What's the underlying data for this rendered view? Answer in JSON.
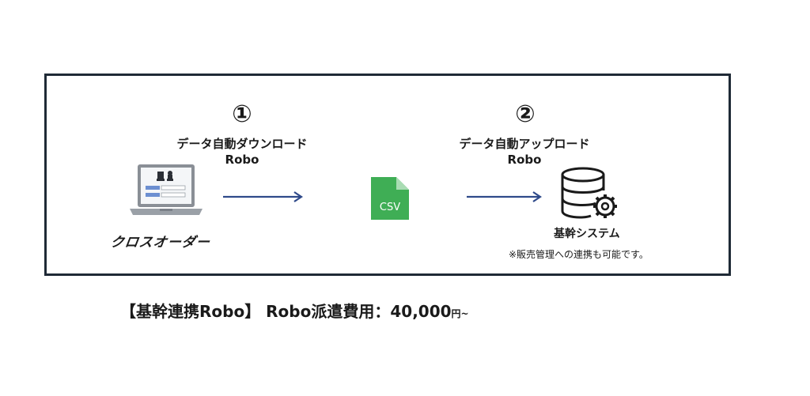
{
  "steps": [
    {
      "number": "①",
      "label_line1": "データ自動ダウンロード",
      "label_line2": "Robo"
    },
    {
      "number": "②",
      "label_line1": "データ自動アップロード",
      "label_line2": "Robo"
    }
  ],
  "source": {
    "brand": "クロスオーダー"
  },
  "file": {
    "label": "CSV"
  },
  "target": {
    "name": "基幹システム",
    "note": "※販売管理への連携も可能です。"
  },
  "footer": {
    "text": "【基幹連携Robo】 Robo派遣費用：40,000",
    "unit": "円~"
  },
  "colors": {
    "arrow": "#2f4a8a",
    "frame": "#1f2a36",
    "csv": "#3fae55"
  }
}
